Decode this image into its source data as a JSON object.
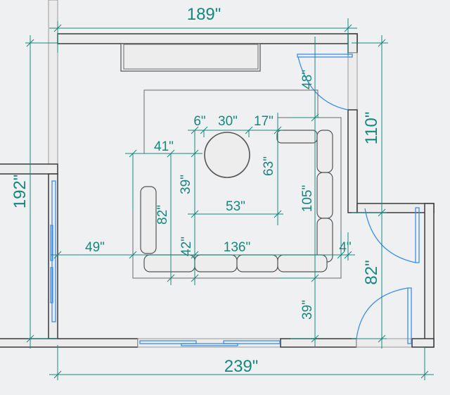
{
  "colors": {
    "dimension": "#17877d",
    "window_door": "#3d8ee8",
    "wall": "#3a3a3a",
    "background": "#eff0f2"
  },
  "dimensions": {
    "top_width": "189\"",
    "bottom_width": "239\"",
    "left_height": "192\"",
    "right_upper_height": "110\"",
    "right_lower_height": "82\"",
    "door_to_rug": "48\"",
    "rug_to_wall": "39\"",
    "sectional_depth": "105\"",
    "table_to_sofa": "63\"",
    "gap_6": "6\"",
    "table_width": "30\"",
    "gap_17": "17\"",
    "chaise_width": "41\"",
    "chaise_39": "39\"",
    "sofa_left_82": "82\"",
    "sofa_42": "42\"",
    "inner_53": "53\"",
    "wall_to_sofa": "49\"",
    "sofa_length": "136\"",
    "sofa_to_wall": "4\""
  }
}
